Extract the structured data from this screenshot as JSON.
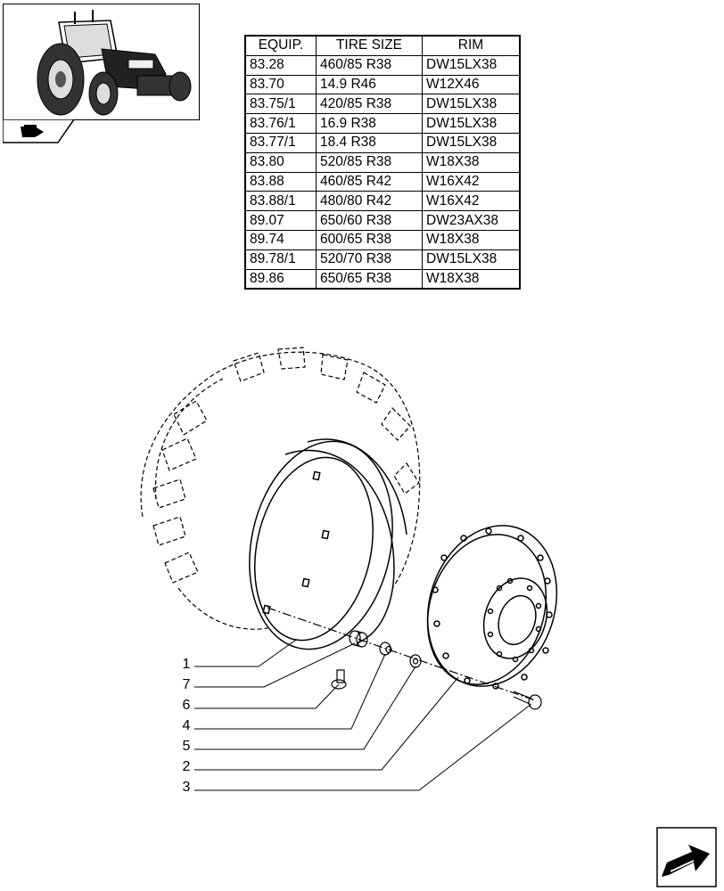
{
  "table": {
    "headers": [
      "EQUIP.",
      "TIRE SIZE",
      "RIM"
    ],
    "rows": [
      [
        "83.28",
        "460/85 R38",
        "DW15LX38"
      ],
      [
        "83.70",
        "14.9 R46",
        "W12X46"
      ],
      [
        "83.75/1",
        "420/85 R38",
        "DW15LX38"
      ],
      [
        "83.76/1",
        "16.9 R38",
        "DW15LX38"
      ],
      [
        "83.77/1",
        "18.4 R38",
        "DW15LX38"
      ],
      [
        "83.80",
        "520/85 R38",
        "W18X38"
      ],
      [
        "83.88",
        "460/85 R42",
        "W16X42"
      ],
      [
        "83.88/1",
        "480/80 R42",
        "W16X42"
      ],
      [
        "89.07",
        "650/60 R38",
        "DW23AX38"
      ],
      [
        "89.74",
        "600/65 R38",
        "W18X38"
      ],
      [
        "89.78/1",
        "520/70 R38",
        "DW15LX38"
      ],
      [
        "89.86",
        "650/65 R38",
        "W18X38"
      ]
    ]
  },
  "callouts": [
    "1",
    "7",
    "6",
    "4",
    "5",
    "2",
    "3"
  ],
  "icons": {
    "thumbnail": "tractor-thumbnail",
    "thumbnail_tab": "hand-pointer-icon",
    "nav": "arrow-next-icon"
  }
}
